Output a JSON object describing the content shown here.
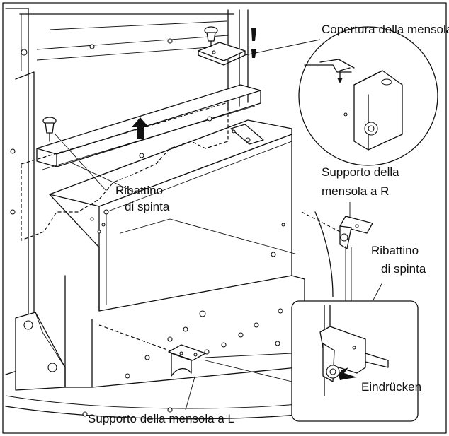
{
  "labels": {
    "bracket_cover": "Copertura della mensola",
    "push_rivet_main_1": "Ribattino",
    "push_rivet_main_2": "di spinta",
    "bracket_r_1": "Supporto della",
    "bracket_r_2": "mensola a R",
    "push_rivet_detail_1": "Ribattino",
    "push_rivet_detail_2": "di spinta",
    "press_in": "Eindrücken",
    "bracket_l": "Supporto della mensola a L"
  }
}
